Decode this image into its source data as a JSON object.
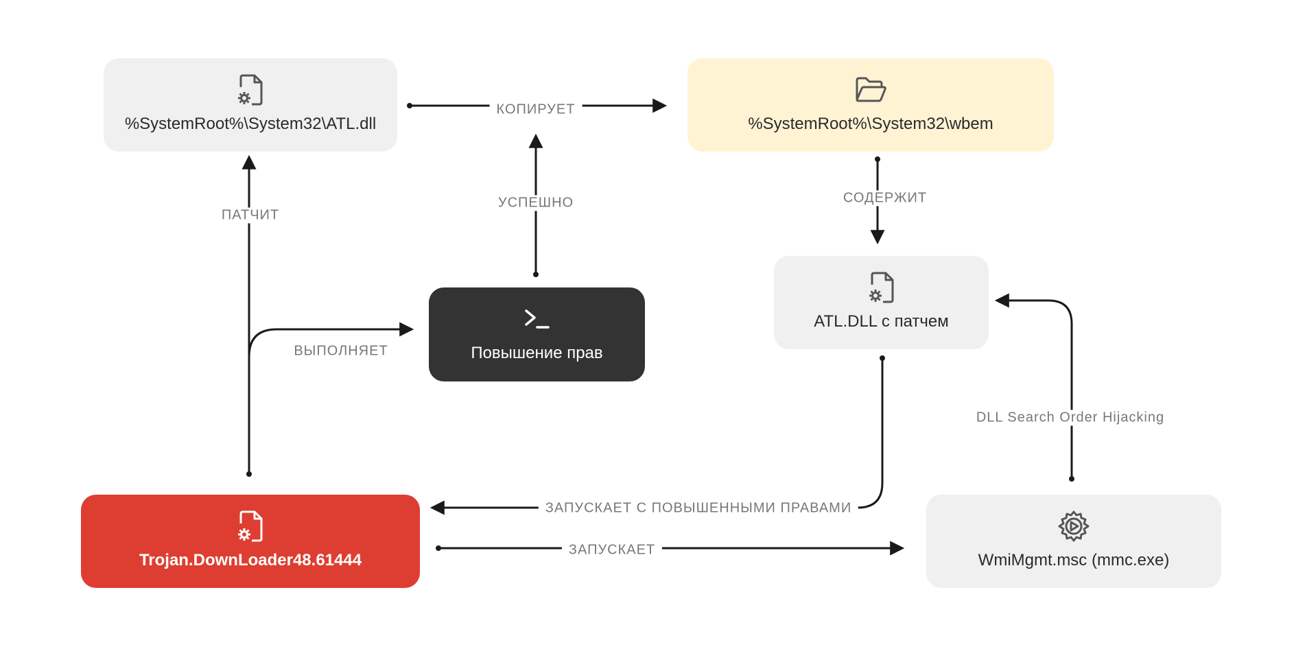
{
  "nodes": {
    "atl_dll": {
      "label": "%SystemRoot%\\System32\\ATL.dll",
      "icon": "file-gear-icon"
    },
    "wbem": {
      "label": "%SystemRoot%\\System32\\wbem",
      "icon": "folder-open-icon"
    },
    "patched_atl": {
      "label": "ATL.DLL с патчем",
      "icon": "file-gear-icon"
    },
    "privilege_escalation": {
      "label": "Повышение прав",
      "icon": "terminal-icon"
    },
    "trojan": {
      "label": "Trojan.DownLoader48.61444",
      "icon": "file-gear-icon"
    },
    "wmimgmt": {
      "label": "WmiMgmt.msc (mmc.exe)",
      "icon": "gear-play-icon"
    }
  },
  "edges": {
    "copies": "КОПИРУЕТ",
    "success": "УСПЕШНО",
    "patches": "ПАТЧИТ",
    "executes": "ВЫПОЛНЯЕТ",
    "contains": "СОДЕРЖИТ",
    "hijacking": "DLL Search Order Hijacking",
    "launches_elevated": "ЗАПУСКАЕТ С ПОВЫШЕННЫМИ ПРАВАМИ",
    "launches": "ЗАПУСКАЕТ"
  },
  "colors": {
    "red": "#de3e32",
    "dark": "#333333",
    "gray": "#f0f0f0",
    "yellow": "#fff3d4",
    "line": "#1a1a1a"
  }
}
